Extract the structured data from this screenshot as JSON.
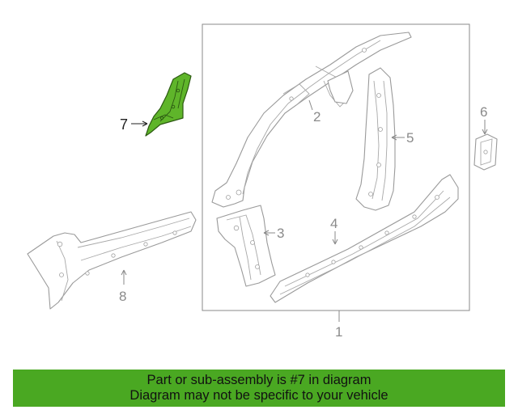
{
  "diagram": {
    "callouts": {
      "c1": "1",
      "c2": "2",
      "c3": "3",
      "c4": "4",
      "c5": "5",
      "c6": "6",
      "c7": "7",
      "c8": "8"
    },
    "highlighted_part": "7",
    "colors": {
      "highlight": "#5fb52a",
      "banner": "#4aa822",
      "line_art": "#9a9a9a"
    }
  },
  "banner": {
    "line1": "Part or sub-assembly is #7 in diagram",
    "line2": "Diagram may not be specific to your vehicle"
  }
}
